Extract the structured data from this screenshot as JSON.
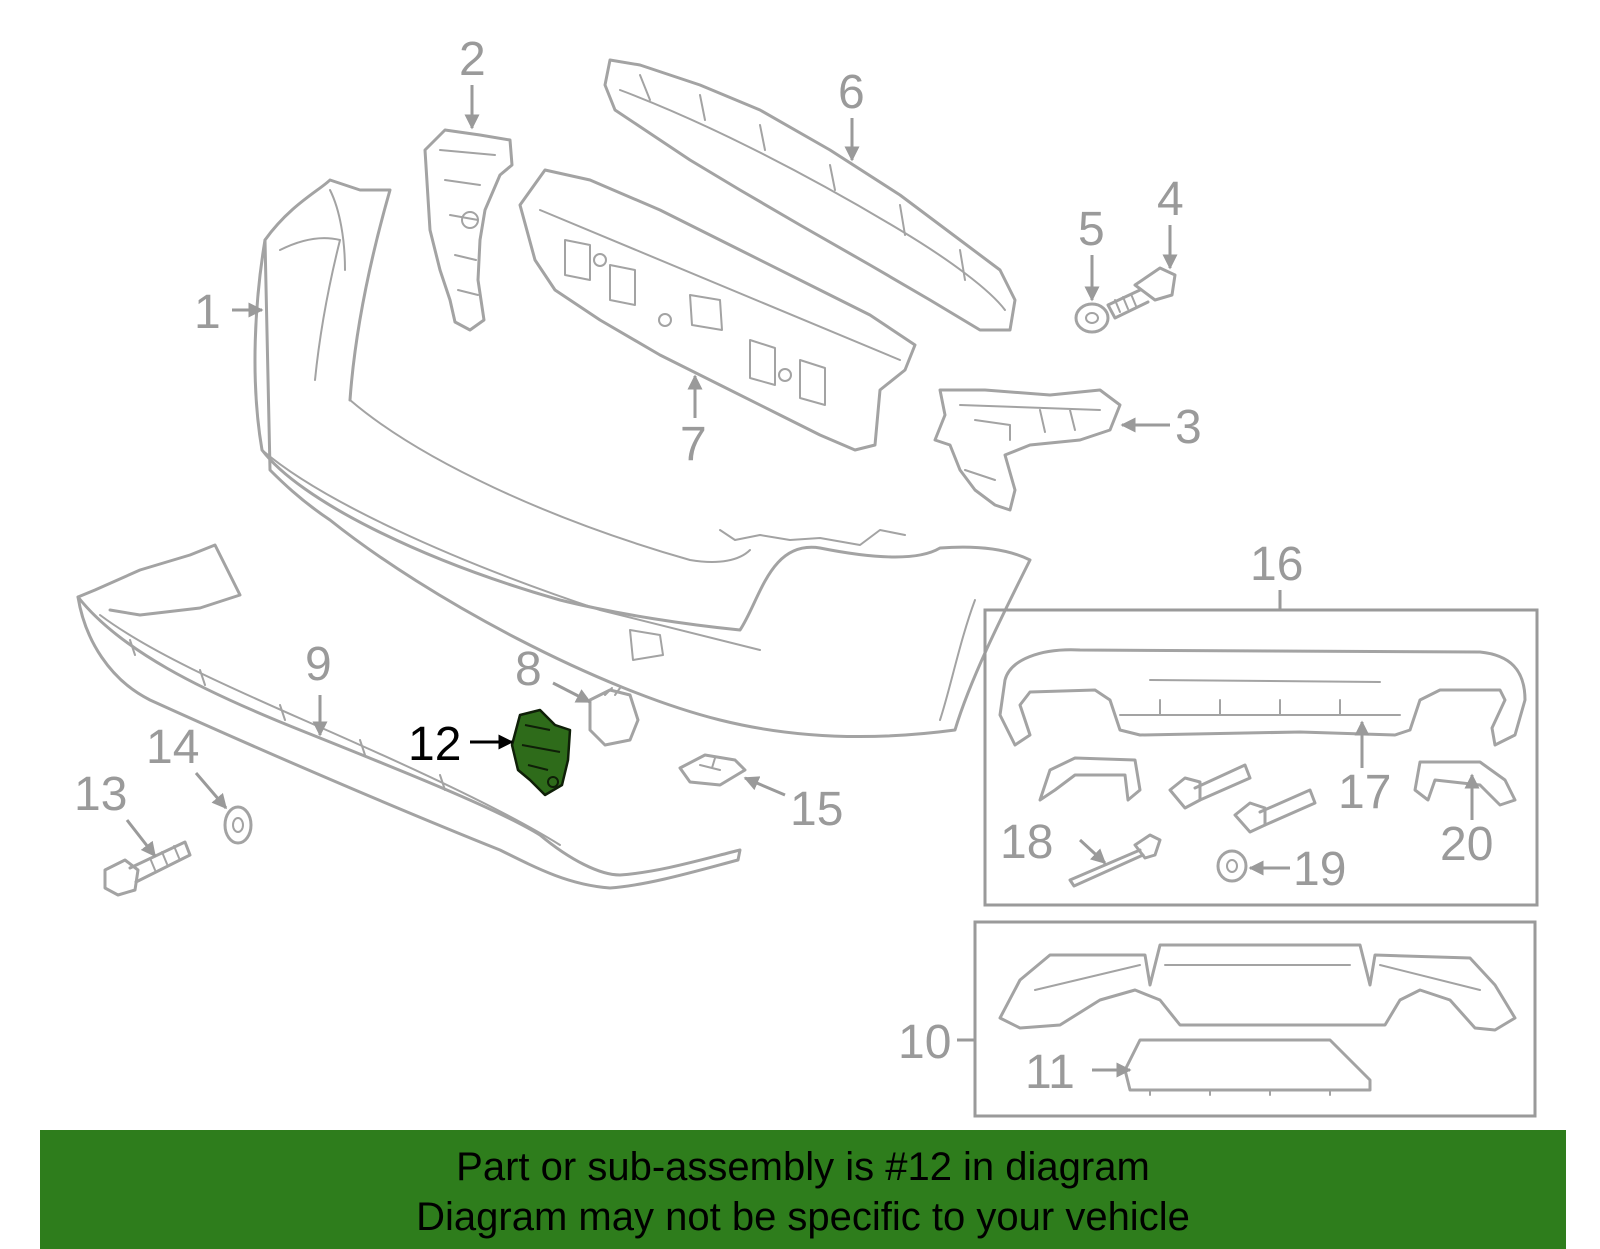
{
  "callouts": {
    "c1": "1",
    "c2": "2",
    "c3": "3",
    "c4": "4",
    "c5": "5",
    "c6": "6",
    "c7": "7",
    "c8": "8",
    "c9": "9",
    "c10": "10",
    "c11": "11",
    "c12": "12",
    "c13": "13",
    "c14": "14",
    "c15": "15",
    "c16": "16",
    "c17": "17",
    "c18": "18",
    "c19": "19",
    "c20": "20"
  },
  "highlighted_part": "12",
  "banner": {
    "line1": "Part or sub-assembly is #12 in diagram",
    "line2": "Diagram may not be specific to your vehicle"
  },
  "colors": {
    "line_art": "#a3a3a3",
    "highlight_part": "#2e6b1a",
    "banner_background": "#2e7d1c"
  }
}
